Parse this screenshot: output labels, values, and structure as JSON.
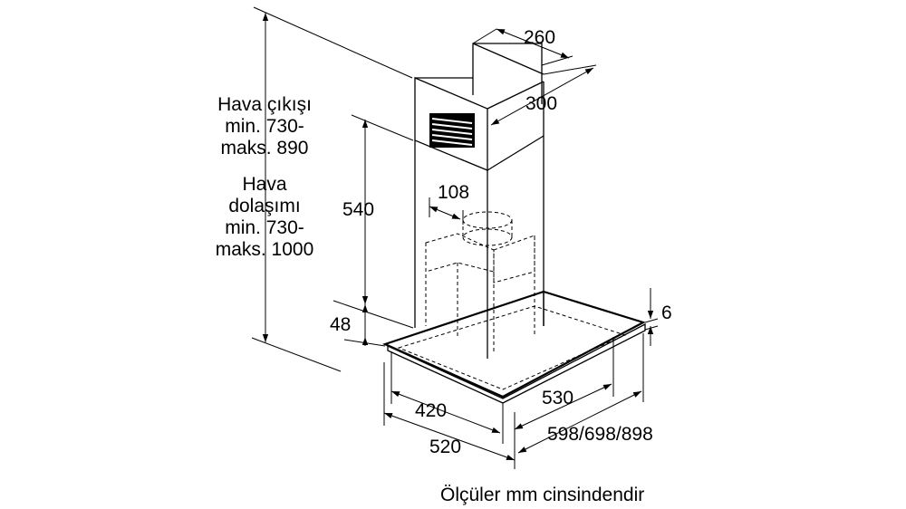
{
  "dimensions": {
    "chimney_depth": "260",
    "chimney_width": "300",
    "outlet_diameter": "108",
    "hood_height": "540",
    "canopy_height": "48",
    "glass_thickness": "6",
    "depth_420": "420",
    "depth_520": "520",
    "width_530": "530",
    "widths_options": "598/698/898"
  },
  "notes": {
    "air_outlet": [
      "Hava çıkışı",
      "min. 730-",
      "maks. 890"
    ],
    "air_recirculation": [
      "Hava",
      "dolaşımı",
      "min. 730-",
      "maks. 1000"
    ],
    "units": "Ölçüler mm cinsindendir"
  }
}
